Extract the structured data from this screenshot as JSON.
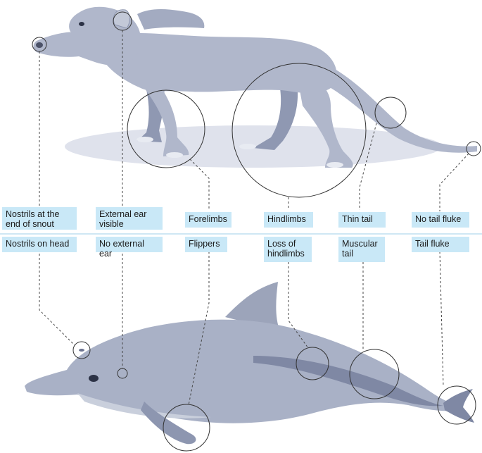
{
  "ancestor_traits": [
    "Nostrils at the end of snout",
    "External ear visible",
    "Forelimbs",
    "Hindlimbs",
    "Thin tail",
    "No tail fluke"
  ],
  "dolphin_traits": [
    "Nostrils on head",
    "No external ear",
    "Flippers",
    "Loss of hindlimbs",
    "Muscular tail",
    "Tail fluke"
  ],
  "colors": {
    "label_bg": "#c9e8f7",
    "animal_body": "#b0b7cb",
    "animal_shadow": "#8d96b0",
    "ground_shadow": "#dfe2ec",
    "dolphin_body": "#a9b1c6",
    "dolphin_dark": "#7f88a4"
  }
}
